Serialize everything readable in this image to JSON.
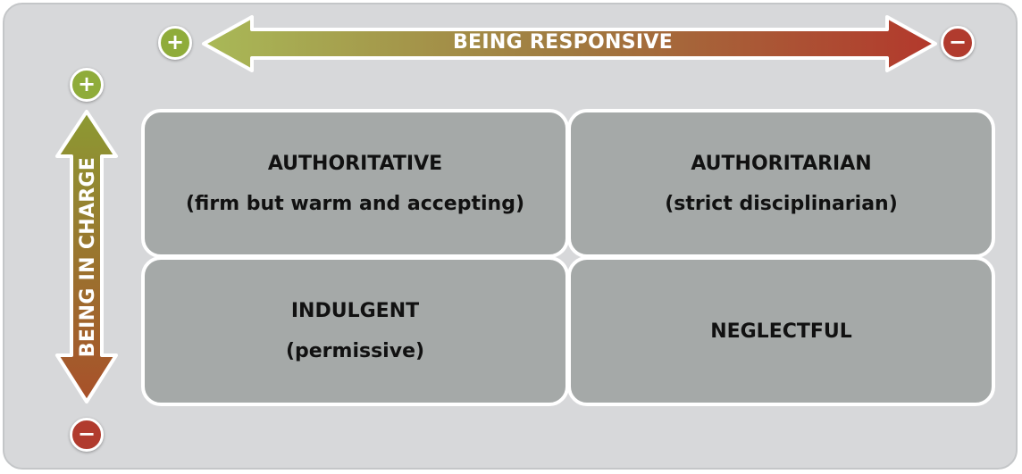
{
  "axes": {
    "horizontal": {
      "label": "BEING RESPONSIVE",
      "positive_symbol": "+",
      "negative_symbol": "−",
      "gradient_start_color": "#a9b957",
      "gradient_end_color": "#b3382c"
    },
    "vertical": {
      "label": "BEING IN CHARGE",
      "positive_symbol": "+",
      "negative_symbol": "−",
      "gradient_start_color": "#8c9a33",
      "gradient_end_color": "#a8502a"
    }
  },
  "quadrants": {
    "top_left": {
      "title": "AUTHORITATIVE",
      "subtitle": "(firm but warm and accepting)"
    },
    "top_right": {
      "title": "AUTHORITARIAN",
      "subtitle": "(strict disciplinarian)"
    },
    "bottom_left": {
      "title": "INDULGENT",
      "subtitle": "(permissive)"
    },
    "bottom_right": {
      "title": "NEGLECTFUL"
    }
  },
  "colors": {
    "panel_background": "#d7d8da",
    "quadrant_fill": "#a5a9a8",
    "positive_badge": "#8fac3a",
    "negative_badge": "#b13b2e"
  }
}
